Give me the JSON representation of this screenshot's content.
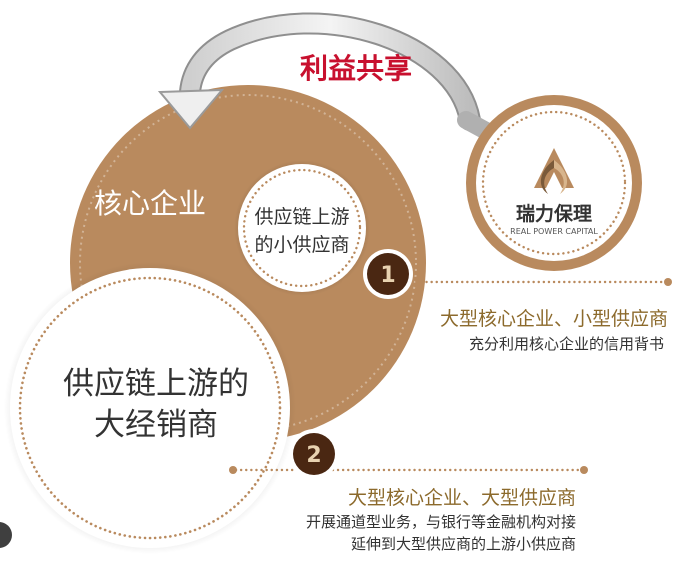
{
  "title": "利益共享",
  "core_enterprise": "核心企业",
  "upstream_small_supplier": [
    "供应链上游",
    "的小供应商"
  ],
  "upstream_distributor": [
    "供应链上游的",
    "大经销商"
  ],
  "logo": {
    "name_cn": "瑞力保理",
    "name_en": "REAL POWER CAPITAL"
  },
  "points": [
    {
      "number": "1",
      "heading": "大型核心企业、小型供应商",
      "lines": [
        "充分利用核心企业的信用背书"
      ]
    },
    {
      "number": "2",
      "heading": "大型核心企业、大型供应商",
      "lines": [
        "开展通道型业务，与银行等金融机构对接",
        "延伸到大型供应商的上游小供应商"
      ]
    }
  ],
  "colors": {
    "brown": "#b98a5e",
    "dark_brown": "#4a2712",
    "title_red": "#c8102e",
    "heading_gold": "#8c6a2c"
  }
}
